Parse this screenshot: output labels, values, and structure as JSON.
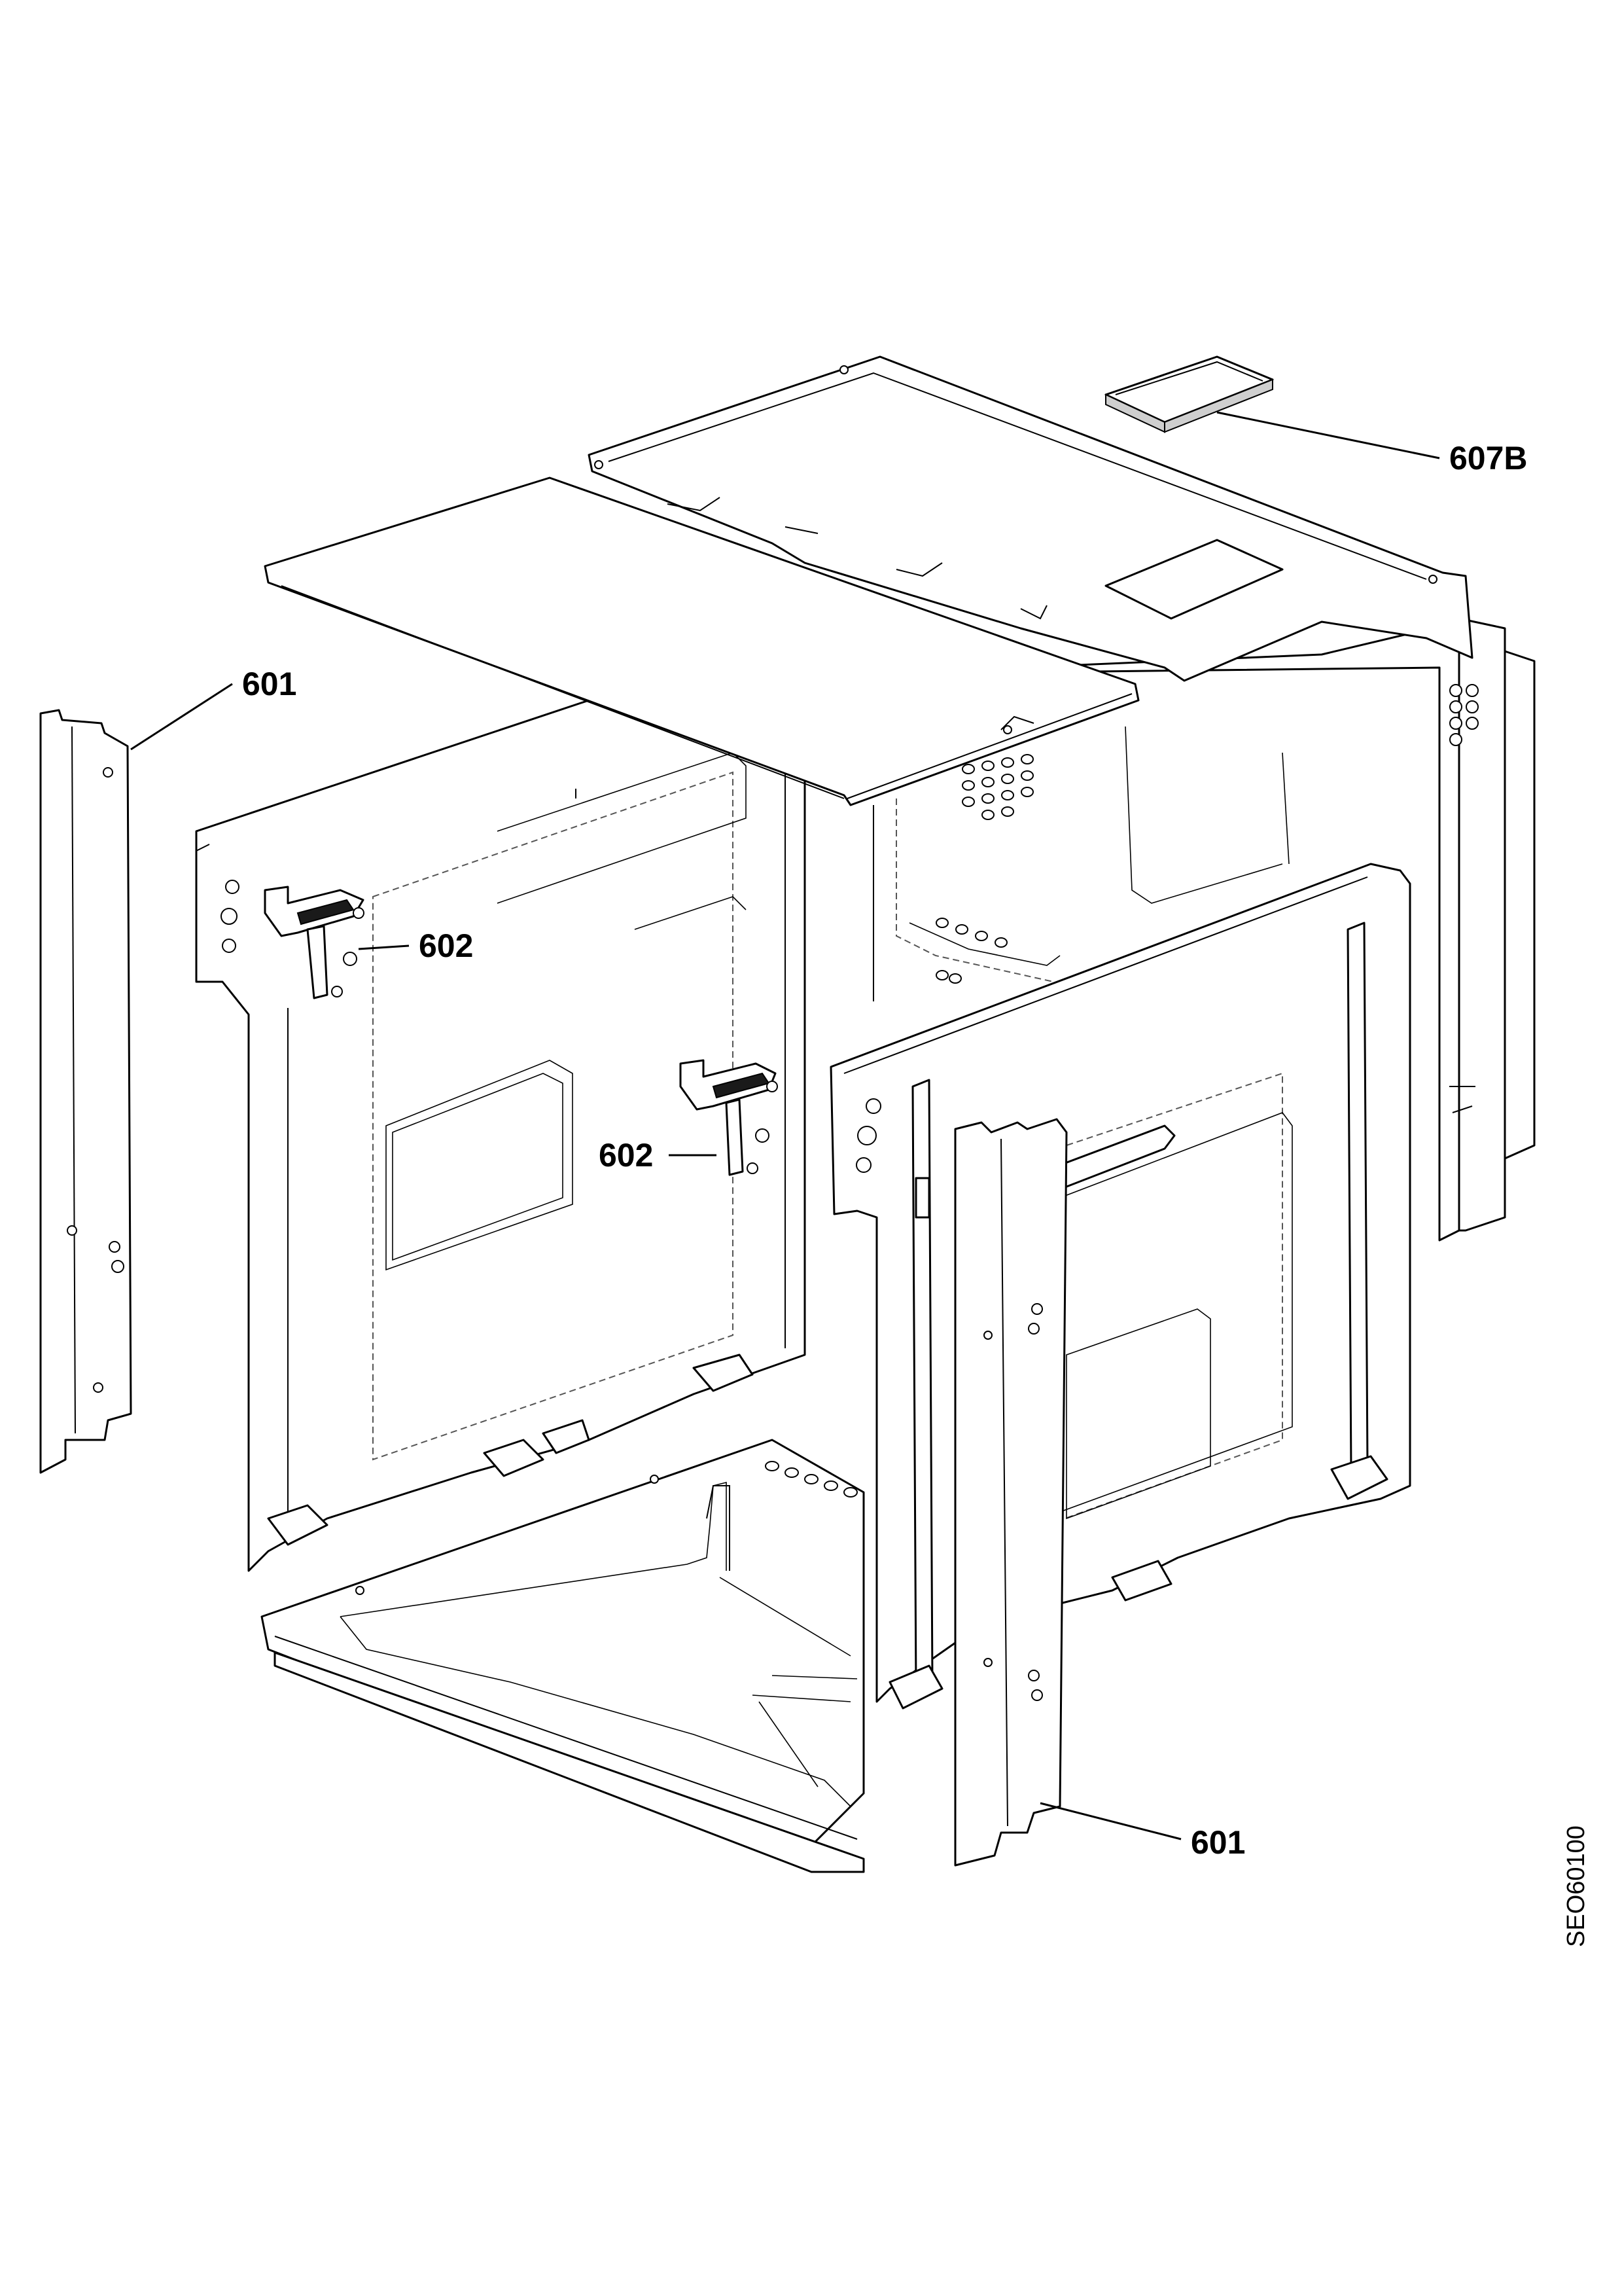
{
  "diagram": {
    "reference_code": "SEO60100",
    "callouts": [
      {
        "id": "cal-607b",
        "text": "607B"
      },
      {
        "id": "cal-601-left",
        "text": "601"
      },
      {
        "id": "cal-602-upper",
        "text": "602"
      },
      {
        "id": "cal-602-lower",
        "text": "602"
      },
      {
        "id": "cal-601-right",
        "text": "601"
      }
    ]
  }
}
